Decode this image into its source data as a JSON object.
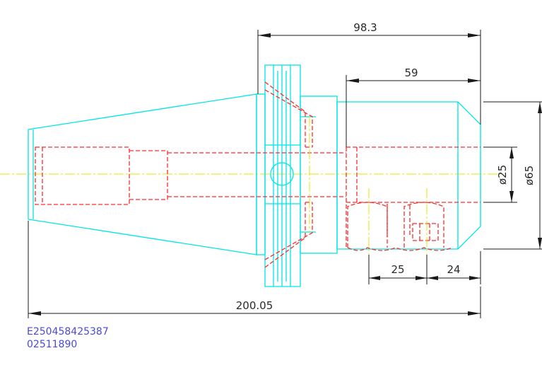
{
  "dimensions": {
    "overall_top": "98.3",
    "front_section": "59",
    "bore_diameter": "ø25",
    "body_diameter": "ø65",
    "pocket_spacing": "25",
    "front_offset": "24",
    "total_length": "200.05"
  },
  "part_codes": {
    "line1": "E250458425387",
    "line2": "02511890"
  },
  "colors": {
    "outline": "#00e5e5",
    "hidden": "#ff2a2a",
    "centerline": "#e6e600",
    "dimension": "#1a1a1a",
    "code_text": "#4a4ad8"
  }
}
